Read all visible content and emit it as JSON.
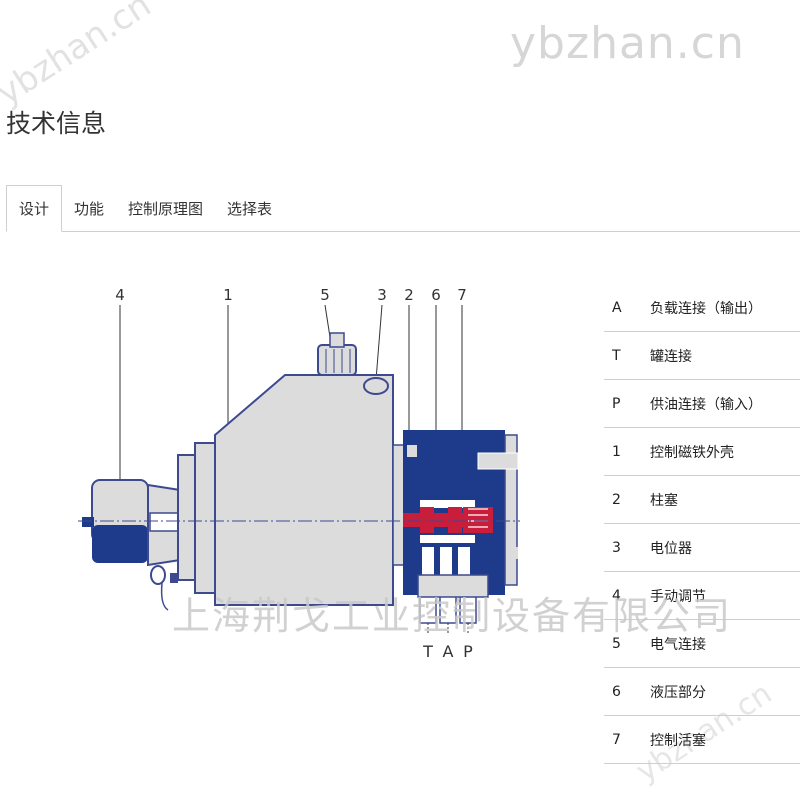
{
  "watermarks": {
    "top": "ybzhan.cn",
    "diag": "ybzhan.cn",
    "diag2": "ybzhan.cn",
    "company": "上海荆戈工业控制设备有限公司"
  },
  "page_title": "技术信息",
  "tabs": [
    {
      "label": "设计",
      "active": true
    },
    {
      "label": "功能",
      "active": false
    },
    {
      "label": "控制原理图",
      "active": false
    },
    {
      "label": "选择表",
      "active": false
    }
  ],
  "diagram": {
    "callouts": [
      "4",
      "1",
      "5",
      "3",
      "2",
      "6",
      "7"
    ],
    "ports": [
      "T",
      "A",
      "P"
    ],
    "colors": {
      "housing": "#dcdcdc",
      "hydraulic": "#1e3a8a",
      "piston": "#c81e3c",
      "outline": "#3d4a8f"
    }
  },
  "legend": [
    {
      "key": "A",
      "value": "负载连接（输出）"
    },
    {
      "key": "T",
      "value": "罐连接"
    },
    {
      "key": "P",
      "value": "供油连接（输入）"
    },
    {
      "key": "1",
      "value": "控制磁铁外壳"
    },
    {
      "key": "2",
      "value": "柱塞"
    },
    {
      "key": "3",
      "value": "电位器"
    },
    {
      "key": "4",
      "value": "手动调节"
    },
    {
      "key": "5",
      "value": "电气连接"
    },
    {
      "key": "6",
      "value": "液压部分"
    },
    {
      "key": "7",
      "value": "控制活塞"
    }
  ]
}
